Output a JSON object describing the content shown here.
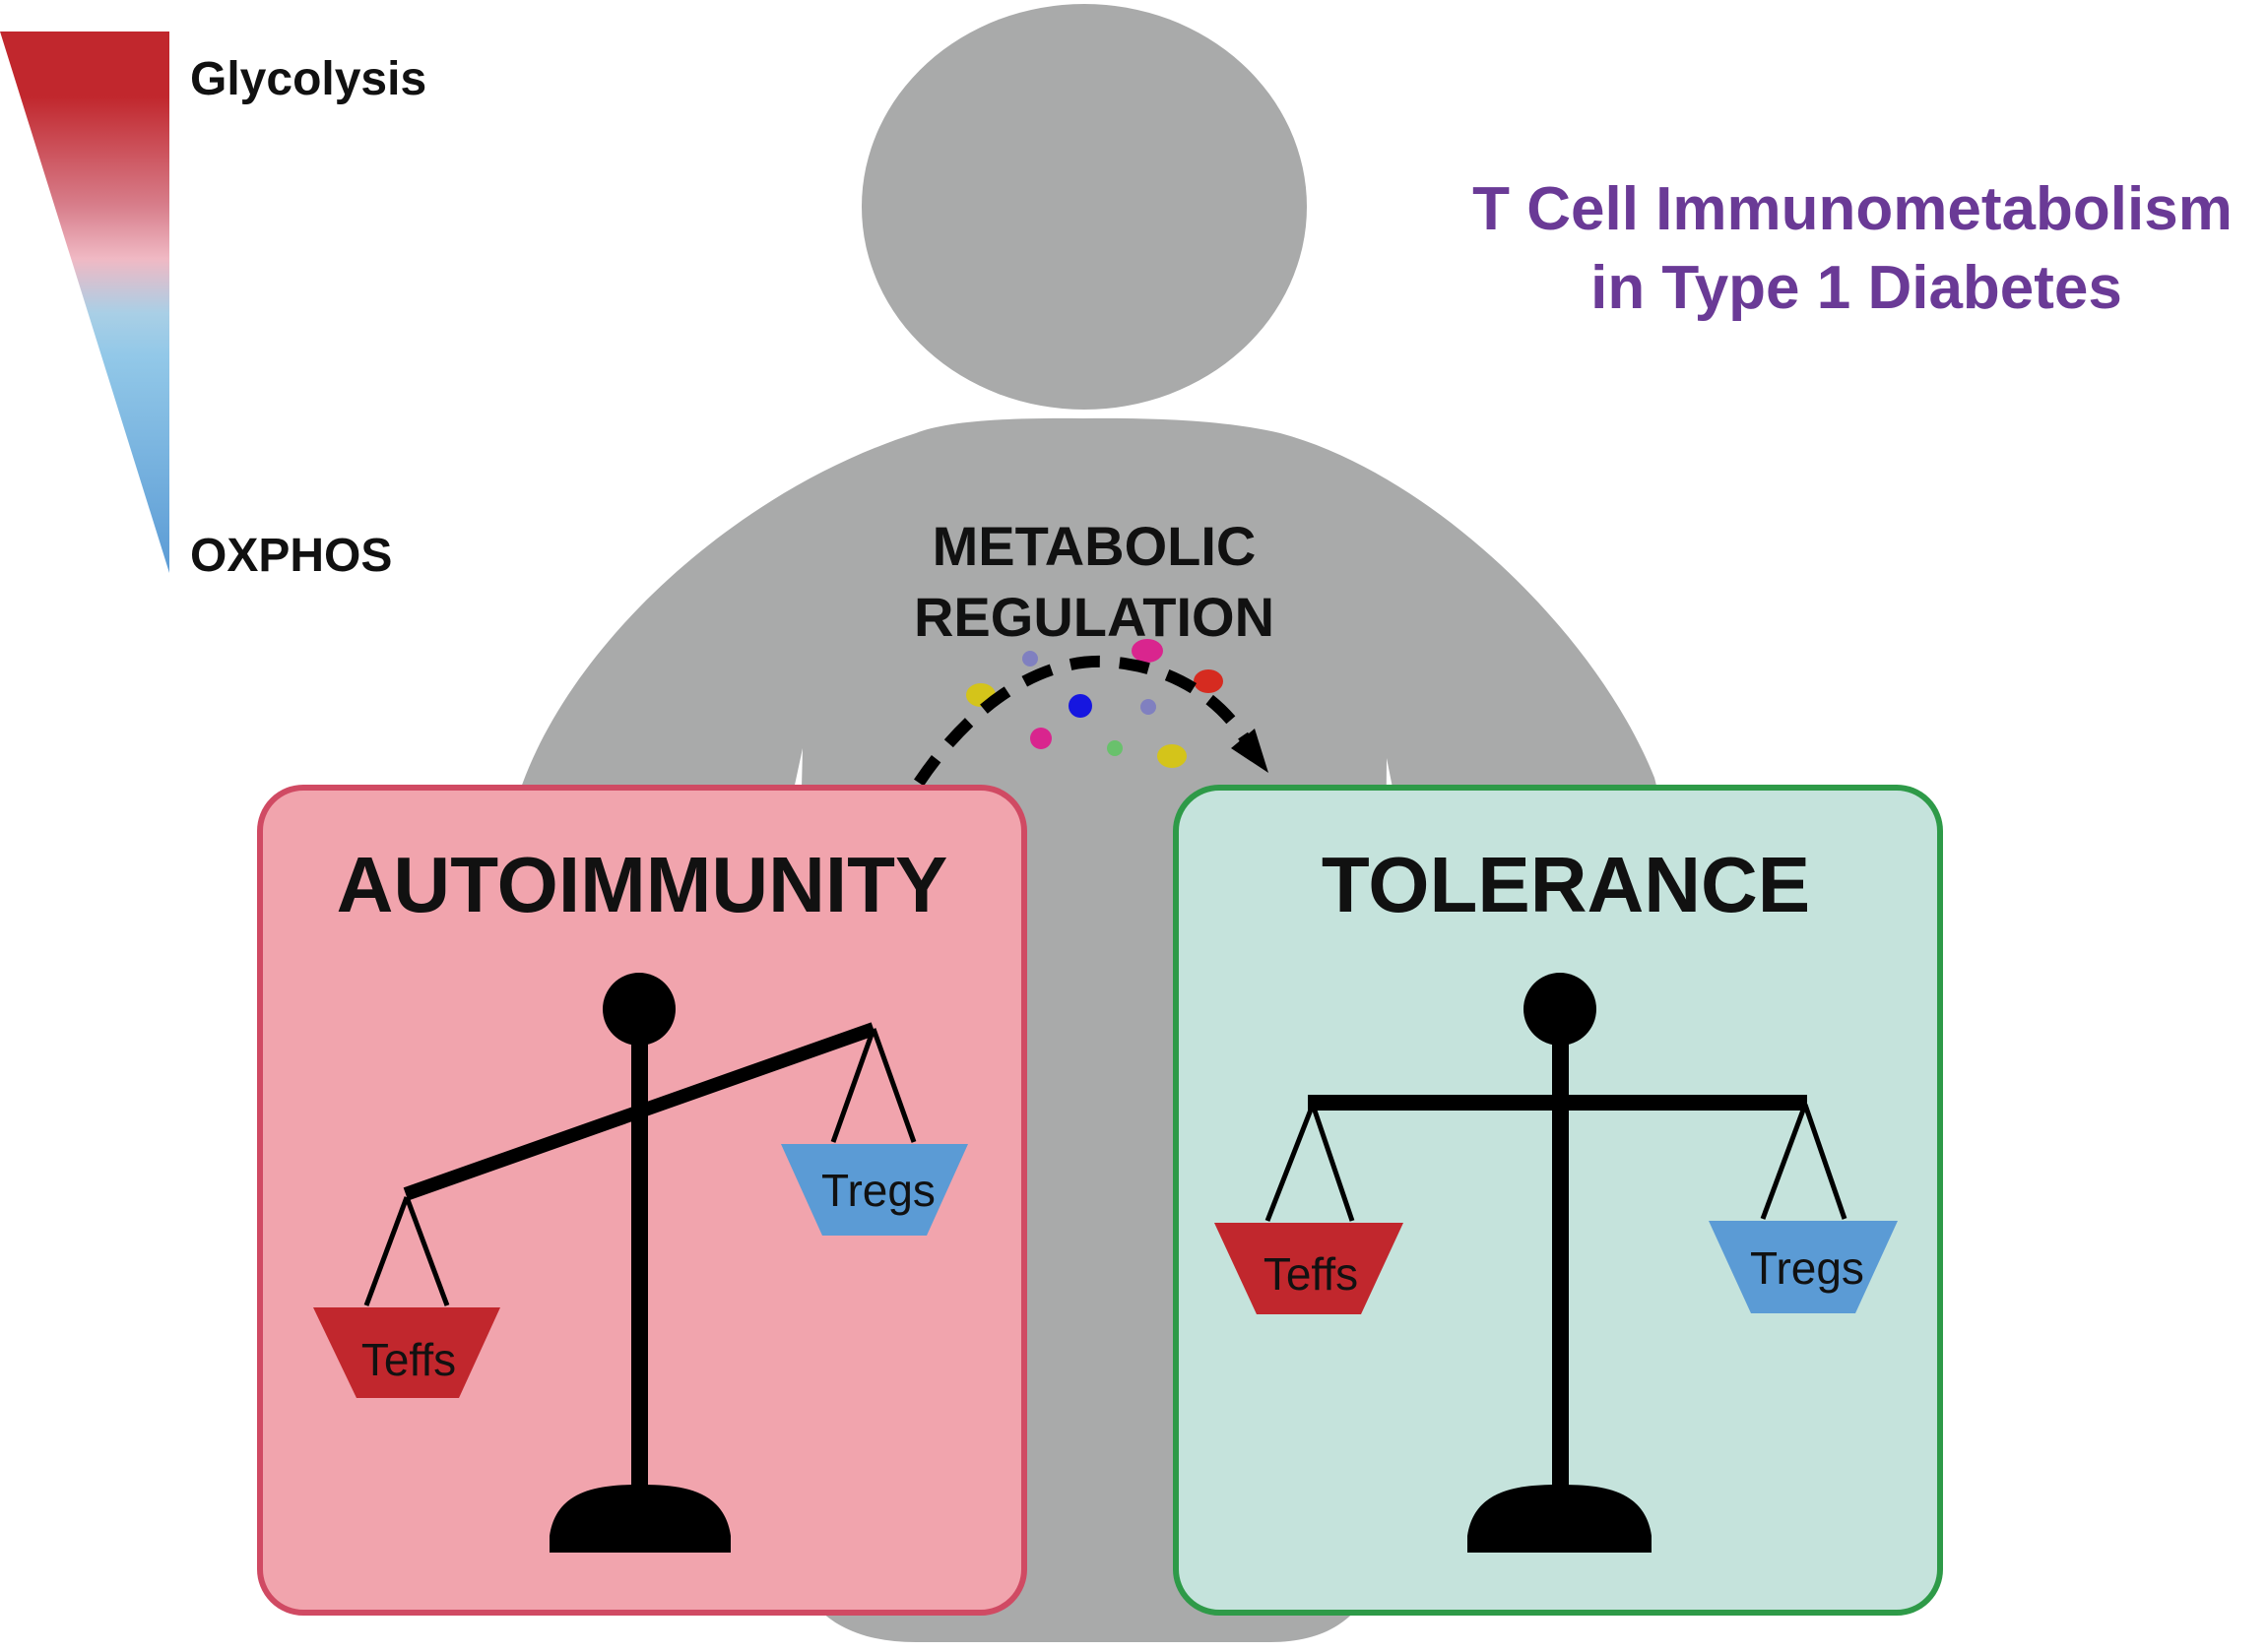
{
  "gradient_legend": {
    "top_label": "Glycolysis",
    "bottom_label": "OXPHOS",
    "top_color": "#c1272d",
    "bottom_color": "#5b9bd5"
  },
  "title": {
    "line1": "T Cell Immunometabolism",
    "line2": "in Type 1 Diabetes",
    "color": "#6a3a96"
  },
  "center": {
    "line1": "METABOLIC",
    "line2": "REGULATION"
  },
  "left_box": {
    "title": "AUTOIMMUNITY",
    "fill": "#f1a4ad",
    "border": "#d04a63",
    "pan_left_label": "Teffs",
    "pan_right_label": "Tregs"
  },
  "right_box": {
    "title": "TOLERANCE",
    "fill": "#c5e3dc",
    "border": "#2e9a48",
    "pan_left_label": "Teffs",
    "pan_right_label": "Tregs"
  },
  "colors": {
    "silhouette": "#a9aaaa",
    "teffs": "#c1272d",
    "tregs": "#5b9bd5",
    "ink": "#000000"
  }
}
